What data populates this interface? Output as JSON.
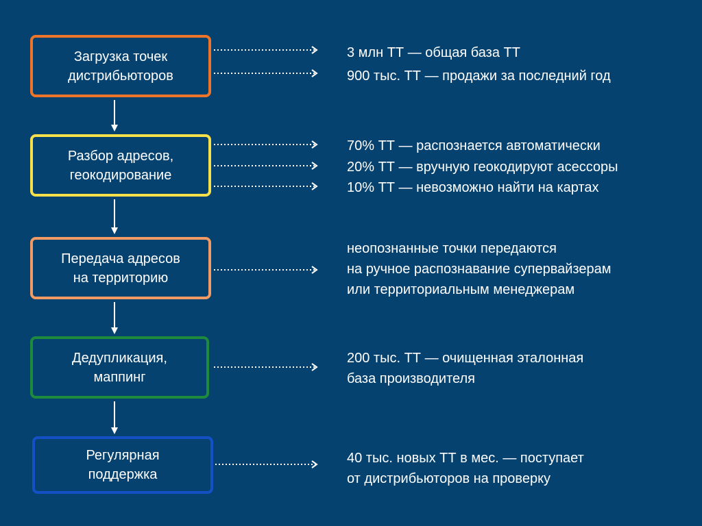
{
  "colors": {
    "background": "#05426f",
    "connector": "#ffffff",
    "step_1": "#ee7429",
    "step_2": "#f7e04a",
    "step_3": "#f29a63",
    "step_4": "#1e8a3c",
    "step_5": "#1551c6"
  },
  "steps": [
    {
      "label": "Загрузка точек\nдистрибьюторов",
      "notes": [
        "3 млн ТТ — общая база ТТ",
        "900 тыс. ТТ — продажи за последний год"
      ]
    },
    {
      "label": "Разбор адресов,\nгеокодирование",
      "notes": [
        "70% ТТ — распознается автоматически",
        "20% ТТ — вручную геокодируют асессоры",
        "10% ТТ — невозможно найти на картах"
      ]
    },
    {
      "label": "Передача адресов\nна территорию",
      "notes": [
        "неопознанные точки передаются\nна ручное распознавание супервайзерам\nили территориальным менеджерам"
      ]
    },
    {
      "label": "Дедупликация,\nмаппинг",
      "notes": [
        "200 тыс. ТТ — очищенная эталонная\nбаза производителя"
      ]
    },
    {
      "label": "Регулярная\nподдержка",
      "notes": [
        "40 тыс. новых ТТ в мес. — поступает\nот дистрибьюторов  на проверку"
      ]
    }
  ]
}
